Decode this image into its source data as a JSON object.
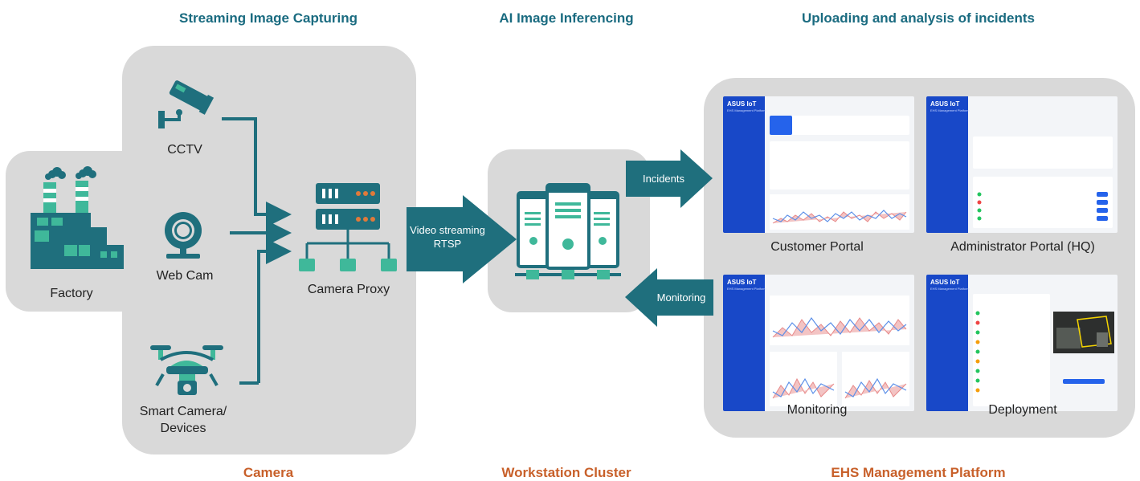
{
  "headers": {
    "capture": "Streaming Image Capturing",
    "inference": "AI Image Inferencing",
    "upload": "Uploading and analysis of incidents"
  },
  "footers": {
    "camera": "Camera",
    "cluster": "Workstation Cluster",
    "platform": "EHS Management Platform"
  },
  "devices": {
    "factory": "Factory",
    "cctv": "CCTV",
    "webcam": "Web Cam",
    "smart_camera_line1": "Smart Camera/",
    "smart_camera_line2": "Devices",
    "proxy": "Camera Proxy"
  },
  "arrows": {
    "video_line1": "Video streaming",
    "video_line2": "RTSP",
    "incidents": "Incidents",
    "monitoring": "Monitoring"
  },
  "portals": {
    "customer": "Customer Portal",
    "admin": "Administrator Portal (HQ)",
    "monitoring": "Monitoring",
    "deployment": "Deployment",
    "brand": "ASUS IoT",
    "brand_sub": "EHS Management Platform"
  },
  "colors": {
    "teal": "#1f6f7d",
    "mint": "#3fb89a",
    "header": "#1a6b80",
    "footer": "#c8602a",
    "panel": "#d9d9d9",
    "portal_blue": "#1848c8"
  }
}
